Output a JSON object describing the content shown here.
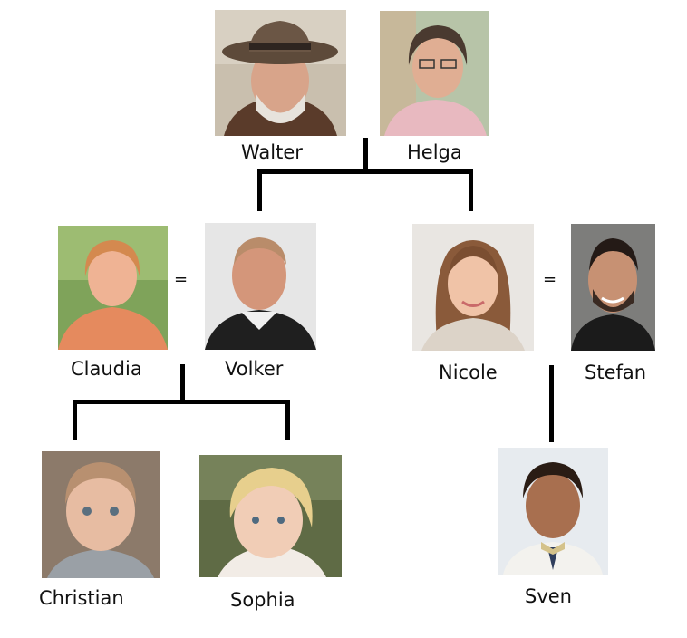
{
  "people": {
    "walter": {
      "name": "Walter"
    },
    "helga": {
      "name": "Helga"
    },
    "claudia": {
      "name": "Claudia"
    },
    "volker": {
      "name": "Volker"
    },
    "nicole": {
      "name": "Nicole"
    },
    "stefan": {
      "name": "Stefan"
    },
    "christian": {
      "name": "Christian"
    },
    "sophia": {
      "name": "Sophia"
    },
    "sven": {
      "name": "Sven"
    }
  },
  "marriage_symbol": "=",
  "icons": {
    "walter": "man-with-hat-photo",
    "helga": "woman-with-glasses-photo",
    "claudia": "woman-outdoors-photo",
    "volker": "man-photo",
    "nicole": "woman-long-hair-photo",
    "stefan": "man-beard-photo",
    "christian": "toddler-photo",
    "sophia": "girl-photo",
    "sven": "boy-photo"
  }
}
